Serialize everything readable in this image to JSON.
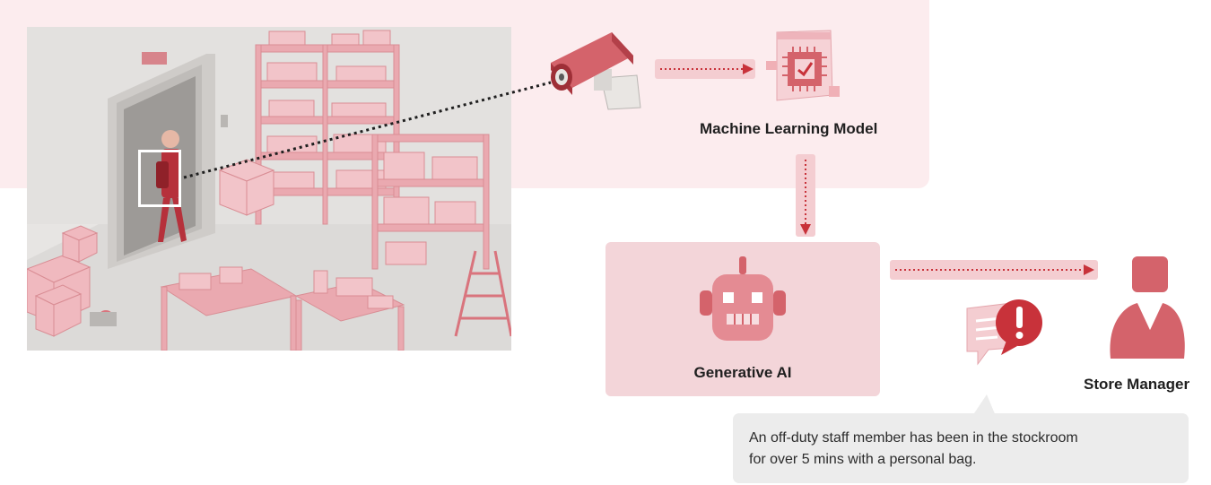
{
  "diagram": {
    "nodes": {
      "ml_model": {
        "label": "Machine Learning Model"
      },
      "generative_ai": {
        "label": "Generative AI"
      },
      "store_manager": {
        "label": "Store Manager"
      }
    },
    "alert_message": {
      "line1": "An off-duty staff member has been in the stockroom",
      "line2": "for over 5 mins with a personal bag."
    },
    "icons": {
      "camera": "security-camera-icon",
      "chip": "ml-chip-icon",
      "robot": "robot-icon",
      "alert": "alert-message-icon",
      "manager": "person-icon"
    },
    "colors": {
      "accent": "#c8323a",
      "pink_light": "#fcecee",
      "pink_box": "#f3d5d9",
      "bubble": "#ececec"
    }
  }
}
